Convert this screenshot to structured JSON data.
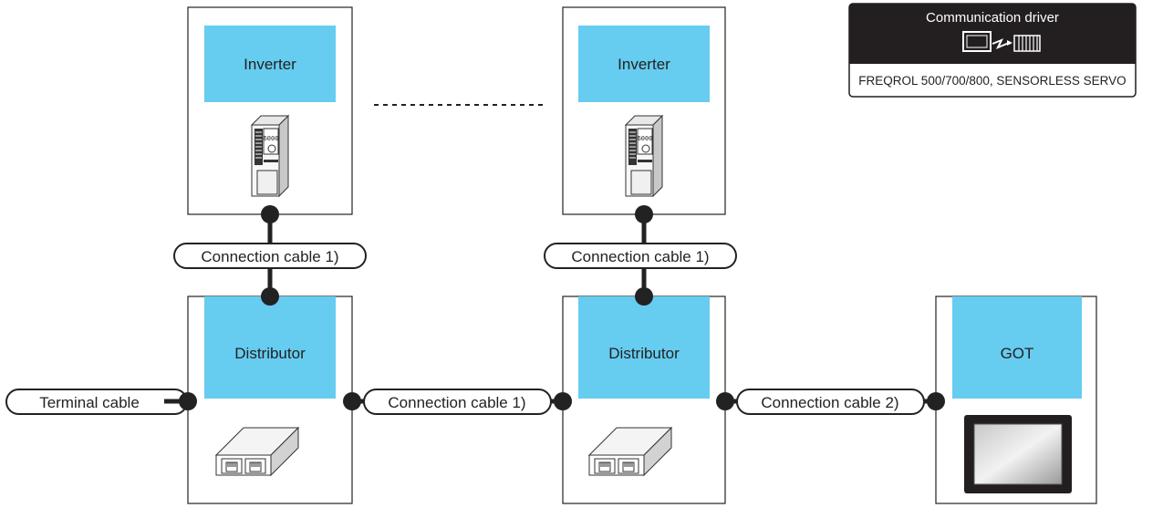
{
  "colors": {
    "device_fill": "#66ccf0",
    "box_stroke": "#222222",
    "cable": "#222222",
    "legend_header": "#231f20"
  },
  "devices": {
    "inverter_1": {
      "label": "Inverter",
      "icon": "inverter-icon"
    },
    "inverter_2": {
      "label": "Inverter",
      "icon": "inverter-icon"
    },
    "distributor_1": {
      "label": "Distributor",
      "icon": "distributor-icon"
    },
    "distributor_2": {
      "label": "Distributor",
      "icon": "distributor-icon"
    },
    "got": {
      "label": "GOT",
      "icon": "got-screen-icon"
    }
  },
  "inverter_display": "6000",
  "cables": {
    "inv1_dist1": "Connection cable 1)",
    "inv2_dist2": "Connection cable 1)",
    "terminal": "Terminal cable",
    "dist1_dist2": "Connection cable 1)",
    "dist2_got": "Connection cable 2)"
  },
  "legend": {
    "title": "Communication driver",
    "icon": "communication-driver-icon",
    "driver": "FREQROL 500/700/800, SENSORLESS SERVO"
  }
}
